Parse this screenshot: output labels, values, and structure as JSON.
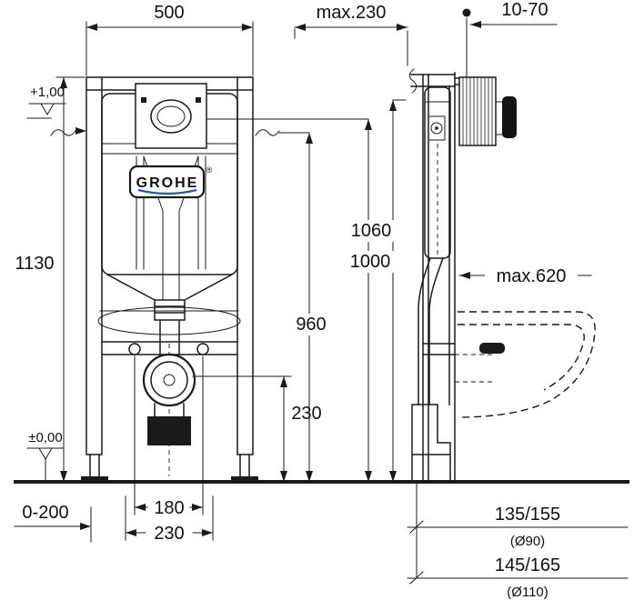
{
  "labels": {
    "dim_500": "500",
    "dim_max230": "max.230",
    "dim_10_70": "10-70",
    "level_plus": "+1,00",
    "dim_1130": "1130",
    "dim_1060": "1060",
    "dim_1000": "1000",
    "dim_960": "960",
    "dim_max620": "max.620",
    "dim_230_drain": "230",
    "level_zero": "±0,00",
    "dim_0_200": "0-200",
    "dim_180": "180",
    "dim_230_bottom": "230",
    "outlet_90_height": "135/155",
    "outlet_90_dia": "(Ø90)",
    "outlet_110_height": "145/165",
    "outlet_110_dia": "(Ø110)",
    "logo": "GROHE",
    "logo_reg": "®"
  },
  "colors": {
    "line": "#1a1a1a",
    "grohe_blue": "#1c5ea9",
    "background": "#ffffff"
  }
}
